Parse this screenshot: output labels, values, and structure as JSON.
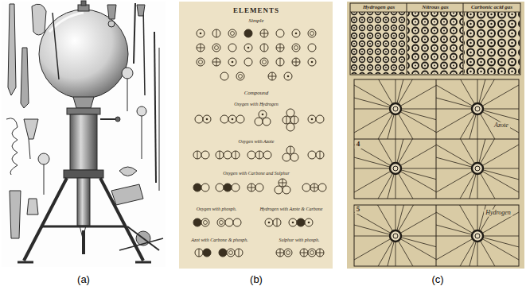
{
  "diagram": {
    "labels": [
      "(a)",
      "(b)",
      "(c)",
      "ELEMENTS",
      "Simple",
      "Compound",
      "Oxygen with Hydrogen",
      "Oxygen with Azote",
      "Oxygen with Carbone and Sulphur",
      "Oxygen with phosph.",
      "Hydrogen with Azote & Carbone",
      "Azot with Carbone & phosph.",
      "Sulphur with phosph.",
      "Hydrogen gas",
      "Nitrous gas",
      "Carbonic acid gas",
      "4",
      "Azote",
      "5",
      "Hydrogen"
    ]
  }
}
